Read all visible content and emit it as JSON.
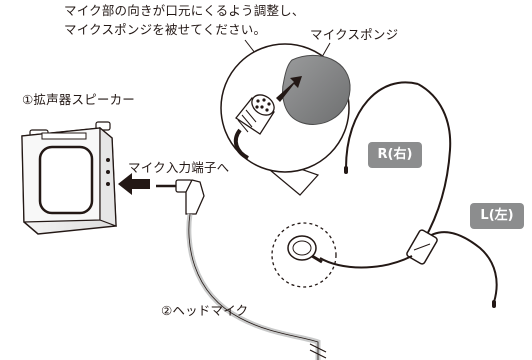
{
  "instruction": {
    "line1": "マイク部の向きが口元にくるよう調整し、",
    "line2": "マイクスポンジを被せてください。"
  },
  "labels": {
    "mic_sponge": "マイクスポンジ",
    "speaker": "①拡声器スピーカー",
    "mic_input": "マイク入力端子へ",
    "headset_mic": "②ヘッドマイク"
  },
  "badges": {
    "right": "R(右)",
    "left": "L(左)"
  },
  "colors": {
    "badge_gray": "#8c8d8e",
    "line": "#231815",
    "cable_gray": "#c9caca",
    "arrow": "#231815"
  }
}
